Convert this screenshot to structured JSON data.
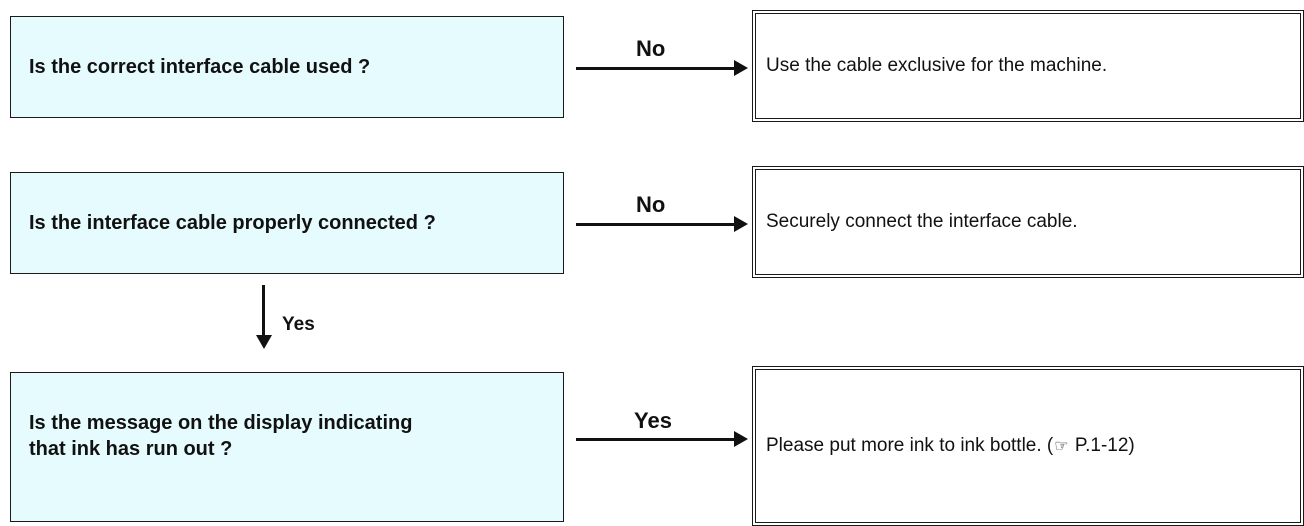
{
  "flow": {
    "q1": {
      "text": "Is the correct interface cable used ?",
      "branch": "No",
      "action": "Use the cable exclusive for the  machine."
    },
    "q2": {
      "text": "Is the interface cable properly connected ?",
      "branch": "No",
      "action": "Securely connect the interface cable.",
      "down_branch": "Yes"
    },
    "q3": {
      "text_line1": "Is the message on the display indicating",
      "text_line2": "that ink has run out ?",
      "branch": "Yes",
      "action_pre": "Please put more ink to ink bottle. (",
      "action_icon": "reference-hand-icon",
      "action_ref": " P.1-12)"
    }
  }
}
